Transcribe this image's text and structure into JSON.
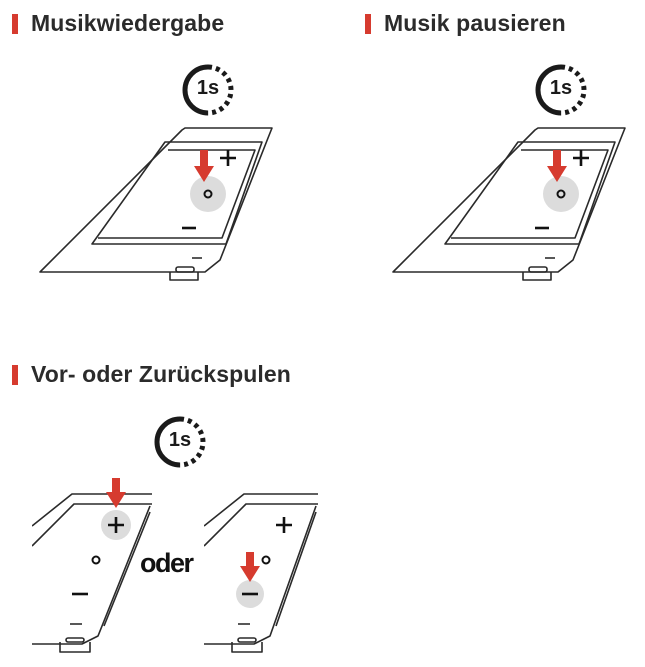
{
  "sections": {
    "play": {
      "title": "Musikwiedergabe"
    },
    "pause": {
      "title": "Musik pausieren"
    },
    "skip": {
      "title": "Vor- oder Zurückspulen"
    }
  },
  "timer_label": "1s",
  "or_label": "oder",
  "colors": {
    "accent": "#d63b2f",
    "outline": "#2a2a2a",
    "highlight": "#dcdcdc"
  },
  "icons": [
    "press-arrow-icon",
    "timer-icon",
    "plus-symbol",
    "minus-symbol",
    "center-dot-symbol"
  ]
}
